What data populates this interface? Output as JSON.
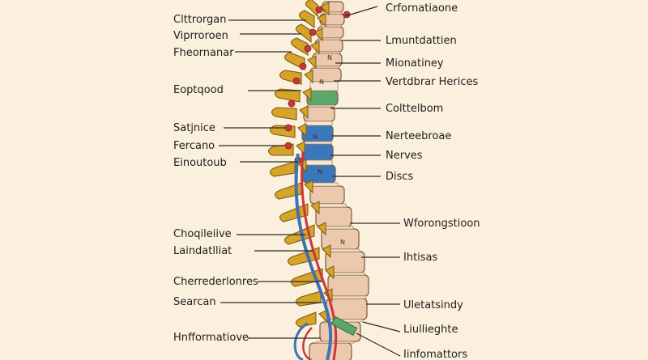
{
  "diagram": {
    "colors": {
      "background": "#fbf0de",
      "bone": "#d6a427",
      "vertebra_body": "#ecc9ad",
      "highlight_green": "#5aa86a",
      "highlight_blue": "#3a78be",
      "nerve_red": "#c8383a",
      "nerve_blue": "#3e72b4",
      "leader_line": "#2a2a2a"
    },
    "left_labels": [
      {
        "text": "Clttrorgan"
      },
      {
        "text": "Viprroroen"
      },
      {
        "text": "Fheornanar"
      },
      {
        "text": "Eoptqood"
      },
      {
        "text": "Satjnice"
      },
      {
        "text": "Fercano"
      },
      {
        "text": "Einoutoub"
      },
      {
        "text": "Choqileiive"
      },
      {
        "text": "Laindatlliat"
      },
      {
        "text": "Cherrederlonres"
      },
      {
        "text": "Searcan"
      },
      {
        "text": "Hnfformatiove"
      }
    ],
    "right_labels": [
      {
        "text": "Crfornatiaone"
      },
      {
        "text": "Lmuntdattien"
      },
      {
        "text": "Mionatiney"
      },
      {
        "text": "Vertdbrar Herices"
      },
      {
        "text": "Colttelbom"
      },
      {
        "text": "Nerteebroae"
      },
      {
        "text": "Nerves"
      },
      {
        "text": "Discs"
      },
      {
        "text": "Wforongstioon"
      },
      {
        "text": "Ihtisas"
      },
      {
        "text": "Uletatsindy"
      },
      {
        "text": "Liullieghte"
      },
      {
        "text": "Iinfomattors"
      }
    ],
    "vertebra_marks": [
      "N",
      "N",
      "N",
      "N",
      "N"
    ]
  }
}
